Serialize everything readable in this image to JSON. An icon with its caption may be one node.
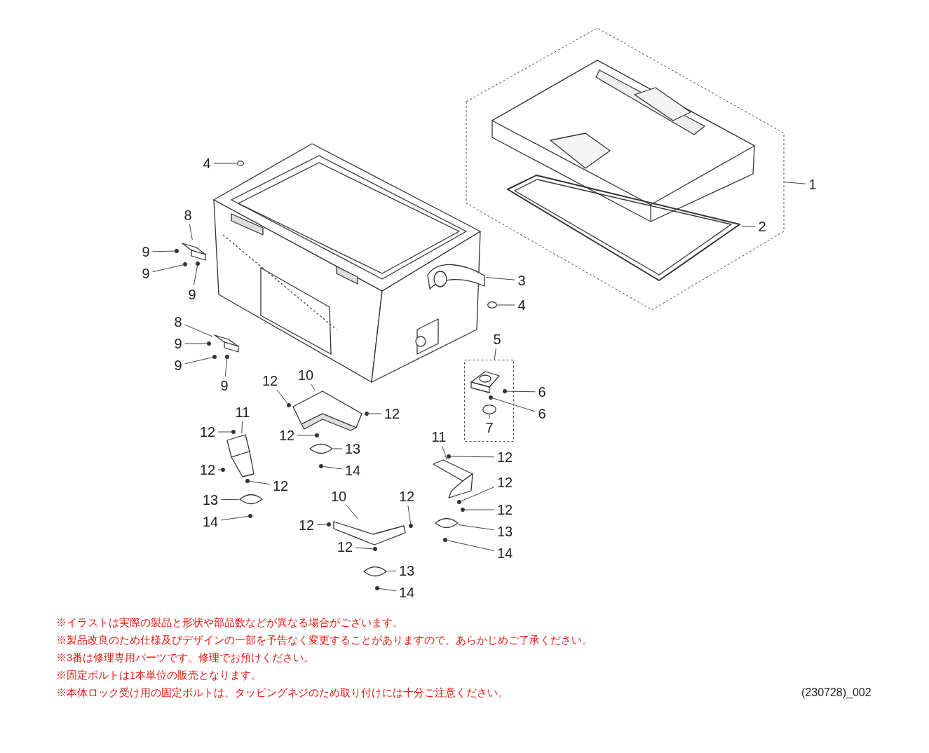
{
  "diagram": {
    "nodes": [
      {
        "text": [],
        "shape": "hexagon"
      },
      {
        "text": [],
        "shape": "picture",
        "in": 0
      },
      {
        "text": [],
        "shape": "picture",
        "in": 0
      },
      {
        "text": [],
        "shape": "circle"
      },
      {
        "text": [],
        "shape": "picture"
      },
      {
        "text": [],
        "shape": "circle"
      },
      {
        "text": [],
        "shape": "circle"
      },
      {
        "text": [],
        "shape": "circle"
      },
      {
        "text": [],
        "shape": "picture"
      },
      {
        "text": [],
        "shape": "circle"
      },
      {
        "text": [],
        "shape": "picture"
      },
      {
        "text": [],
        "shape": "box"
      },
      {
        "text": [],
        "shape": "picture",
        "in": 11
      },
      {
        "text": [],
        "shape": "circle",
        "in": 11
      },
      {
        "text": [],
        "shape": "circle",
        "in": 11
      },
      {
        "text": [],
        "shape": "circle",
        "in": 11
      },
      {
        "text": [],
        "shape": "circle"
      },
      {
        "text": [],
        "shape": "circle"
      },
      {
        "text": [],
        "shape": "circle"
      },
      {
        "text": [],
        "shape": "circle"
      },
      {
        "text": [],
        "shape": "picture"
      },
      {
        "text": [],
        "shape": "circle"
      },
      {
        "text": [],
        "shape": "circle"
      },
      {
        "text": [],
        "shape": "picture"
      },
      {
        "text": [],
        "shape": "circle"
      },
      {
        "text": [],
        "shape": "picture"
      },
      {
        "text": [],
        "shape": "circle"
      },
      {
        "text": [],
        "shape": "picture"
      },
      {
        "text": [],
        "shape": "circle"
      },
      {
        "text": [],
        "shape": "circle"
      },
      {
        "text": [],
        "shape": "circle"
      },
      {
        "text": [],
        "shape": "picture"
      },
      {
        "text": [],
        "shape": "circle"
      },
      {
        "text": [],
        "shape": "circle"
      },
      {
        "text": [],
        "shape": "circle"
      },
      {
        "text": [],
        "shape": "picture"
      },
      {
        "text": [],
        "shape": "circle"
      },
      {
        "text": [],
        "shape": "circle"
      },
      {
        "text": [],
        "shape": "picture"
      },
      {
        "text": [],
        "shape": "circle"
      },
      {
        "text": [],
        "shape": "circle"
      },
      {
        "text": [],
        "shape": "picture"
      },
      {
        "text": [],
        "shape": "circle"
      },
      {
        "text": [
          "4"
        ]
      },
      {
        "text": [
          "1"
        ]
      },
      {
        "text": [
          "8"
        ]
      },
      {
        "text": [
          "2"
        ],
        "in": 0
      },
      {
        "text": [
          "9"
        ]
      },
      {
        "text": [
          "9"
        ]
      },
      {
        "text": [
          "3"
        ]
      },
      {
        "text": [
          "9"
        ]
      },
      {
        "text": [
          "4"
        ]
      },
      {
        "text": [
          "8"
        ]
      },
      {
        "text": [
          "5"
        ]
      },
      {
        "text": [
          "9"
        ]
      },
      {
        "text": [
          "9"
        ]
      },
      {
        "text": [
          "12"
        ]
      },
      {
        "text": [
          "10"
        ]
      },
      {
        "text": [
          "9"
        ]
      },
      {
        "text": [
          "6"
        ]
      },
      {
        "text": [
          "11"
        ]
      },
      {
        "text": [
          "12"
        ]
      },
      {
        "text": [
          "6"
        ]
      },
      {
        "text": [
          "7"
        ],
        "in": 11
      },
      {
        "text": [
          "12"
        ]
      },
      {
        "text": [
          "12"
        ]
      },
      {
        "text": [
          "11"
        ]
      },
      {
        "text": [
          "13"
        ]
      },
      {
        "text": [
          "12"
        ]
      },
      {
        "text": [
          "12"
        ]
      },
      {
        "text": [
          "14"
        ]
      },
      {
        "text": [
          "12"
        ]
      },
      {
        "text": [
          "12"
        ]
      },
      {
        "text": [
          "10"
        ]
      },
      {
        "text": [
          "12"
        ]
      },
      {
        "text": [
          "13"
        ]
      },
      {
        "text": [
          "12"
        ]
      },
      {
        "text": [
          "14"
        ]
      },
      {
        "text": [
          "12"
        ]
      },
      {
        "text": [
          "13"
        ]
      },
      {
        "text": [
          "12"
        ]
      },
      {
        "text": [
          "14"
        ]
      },
      {
        "text": [
          "13"
        ]
      },
      {
        "text": [
          "14"
        ]
      }
    ],
    "edges": [
      {
        "from": 43,
        "to": 3,
        "arrow": "none"
      },
      {
        "from": 44,
        "to": 0,
        "arrow": "none"
      },
      {
        "from": 45,
        "to": 4,
        "arrow": "none"
      },
      {
        "from": 46,
        "to": 2,
        "arrow": "none"
      },
      {
        "from": 47,
        "to": 5,
        "arrow": "none"
      },
      {
        "from": 48,
        "to": 6,
        "arrow": "none"
      },
      {
        "from": 49,
        "to": 8,
        "arrow": "none"
      },
      {
        "from": 50,
        "to": 7,
        "arrow": "none"
      },
      {
        "from": 51,
        "to": 9,
        "arrow": "none"
      },
      {
        "from": 52,
        "to": 10,
        "arrow": "none"
      },
      {
        "from": 53,
        "to": 11,
        "arrow": "none"
      },
      {
        "from": 54,
        "to": 16,
        "arrow": "none"
      },
      {
        "from": 55,
        "to": 17,
        "arrow": "none"
      },
      {
        "from": 56,
        "to": 19,
        "arrow": "none"
      },
      {
        "from": 57,
        "to": 20,
        "arrow": "none"
      },
      {
        "from": 58,
        "to": 18,
        "arrow": "none"
      },
      {
        "from": 59,
        "to": 13,
        "arrow": "none"
      },
      {
        "from": 60,
        "to": 23,
        "arrow": "none"
      },
      {
        "from": 61,
        "to": 21,
        "arrow": "none"
      },
      {
        "from": 62,
        "to": 14,
        "arrow": "none"
      },
      {
        "from": 63,
        "to": 15,
        "arrow": "none"
      },
      {
        "from": 64,
        "to": 24,
        "arrow": "none"
      },
      {
        "from": 65,
        "to": 22,
        "arrow": "none"
      },
      {
        "from": 66,
        "to": 27,
        "arrow": "none"
      },
      {
        "from": 67,
        "to": 25,
        "arrow": "none"
      },
      {
        "from": 68,
        "to": 28,
        "arrow": "none"
      },
      {
        "from": 69,
        "to": 29,
        "arrow": "none"
      },
      {
        "from": 70,
        "to": 26,
        "arrow": "none"
      },
      {
        "from": 71,
        "to": 32,
        "arrow": "none"
      },
      {
        "from": 72,
        "to": 30,
        "arrow": "none"
      },
      {
        "from": 73,
        "to": 35,
        "arrow": "none"
      },
      {
        "from": 74,
        "to": 37,
        "arrow": "none"
      },
      {
        "from": 75,
        "to": 31,
        "arrow": "none"
      },
      {
        "from": 76,
        "to": 33,
        "arrow": "none"
      },
      {
        "from": 77,
        "to": 34,
        "arrow": "none"
      },
      {
        "from": 78,
        "to": 36,
        "arrow": "none"
      },
      {
        "from": 79,
        "to": 38,
        "arrow": "none"
      },
      {
        "from": 80,
        "to": 40,
        "arrow": "none"
      },
      {
        "from": 81,
        "to": 39,
        "arrow": "none"
      },
      {
        "from": 82,
        "to": 41,
        "arrow": "none"
      },
      {
        "from": 83,
        "to": 42,
        "arrow": "none"
      }
    ],
    "labels": [
      "※イラストは実際の製品と形状や部品数などが異なる場合がございます。",
      "※製品改良のため仕様及びデザインの一部を予告なく変更することがありますので、あらかじめご了承ください。",
      "※3番は修理専用パーツです。修理でお預けください。",
      "※固定ボルトは1本単位の販売となります。",
      "※本体ロック受け用の固定ボルトは、タッピングネジのため取り付けには十分ご注意ください。",
      "(230728)_002"
    ]
  }
}
